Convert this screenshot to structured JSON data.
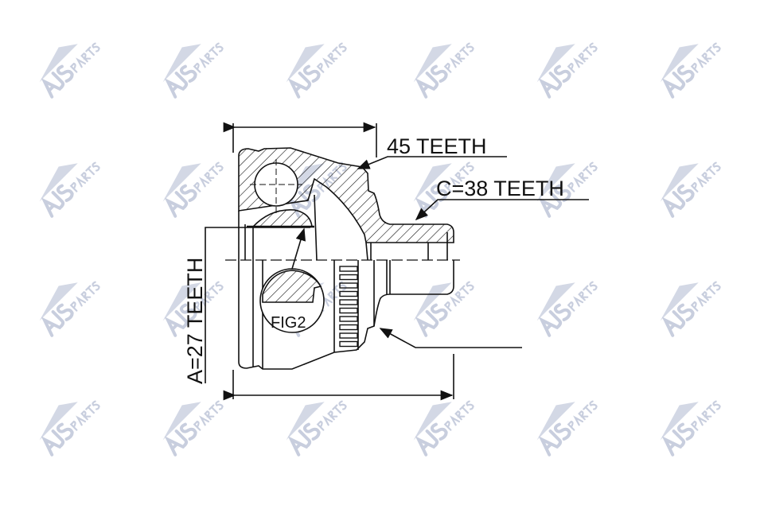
{
  "watermark": {
    "text": "AJS PARTS",
    "color": "#c8cede"
  },
  "labels": {
    "outer_teeth": "45 TEETH",
    "shaft_teeth": "C=38 TEETH",
    "inner_teeth": "A=27 TEETH",
    "figure": "FIG2"
  },
  "colors": {
    "line": "#111111"
  }
}
